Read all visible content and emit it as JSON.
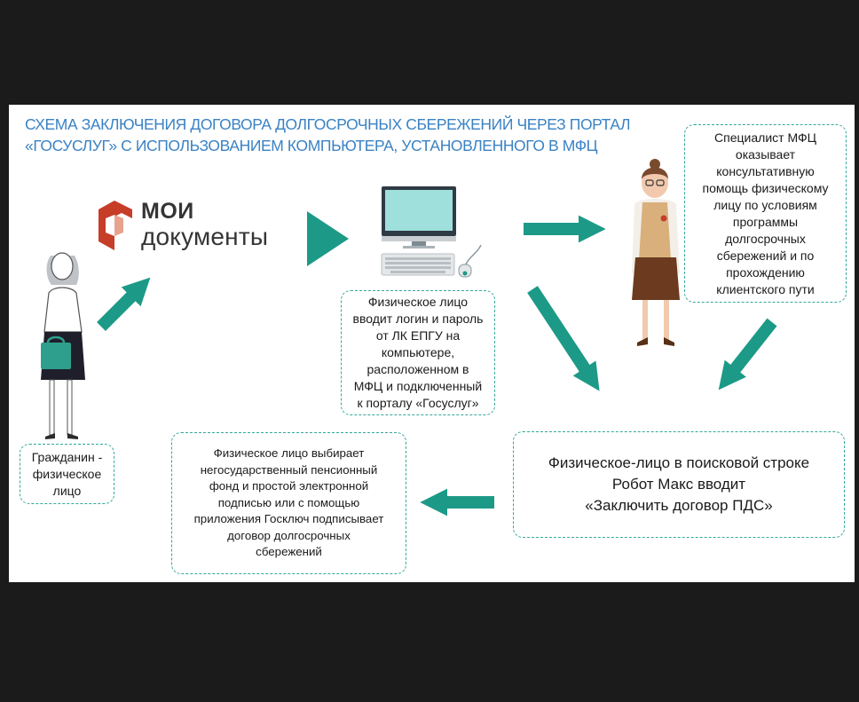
{
  "title_lines": [
    "СХЕМА ЗАКЛЮЧЕНИЯ ДОГОВОРА ДОЛГОСРОЧНЫХ СБЕРЕЖЕНИЙ ЧЕРЕЗ ПОРТАЛ",
    "«ГОСУСЛУГ» С ИСПОЛЬЗОВАНИЕМ КОМПЬЮТЕРА, УСТАНОВЛЕННОГО В МФЦ"
  ],
  "logo": {
    "line1": "МОИ",
    "line2": "документы"
  },
  "boxes": {
    "specialist": [
      "Специалист МФЦ",
      "оказывает",
      "консультативную",
      "помощь физическому",
      "лицу по условиям",
      "программы",
      "долгосрочных",
      "сбережений и по",
      "прохождению",
      "клиентского пути"
    ],
    "computer": [
      "Физическое лицо",
      "вводит логин и пароль",
      "от ЛК ЕПГУ на",
      "компьютере,",
      "расположенном в",
      "МФЦ и подключенный",
      "к порталу «Госуслуг»"
    ],
    "citizen": [
      "Гражданин -",
      "физическое",
      "лицо"
    ],
    "choose": [
      "Физическое лицо выбирает",
      "негосударственный пенсионный",
      "фонд и простой электронной",
      "подписью или с помощью",
      "приложения Госключ подписывает",
      "договор долгосрочных",
      "сбережений"
    ],
    "robot": [
      "Физическое-лицо в поисковой строке",
      "Робот Макс вводит",
      "«Заключить договор ПДС»"
    ]
  },
  "colors": {
    "title": "#3a82c4",
    "arrow": "#1c9a87",
    "border": "#33a89a",
    "logo_red": "#c63d28",
    "monitor": "#9fdfdc"
  },
  "icons": [
    "citizen-figure-icon",
    "computer-icon",
    "specialist-figure-icon",
    "moi-dokumenty-logo-icon"
  ]
}
